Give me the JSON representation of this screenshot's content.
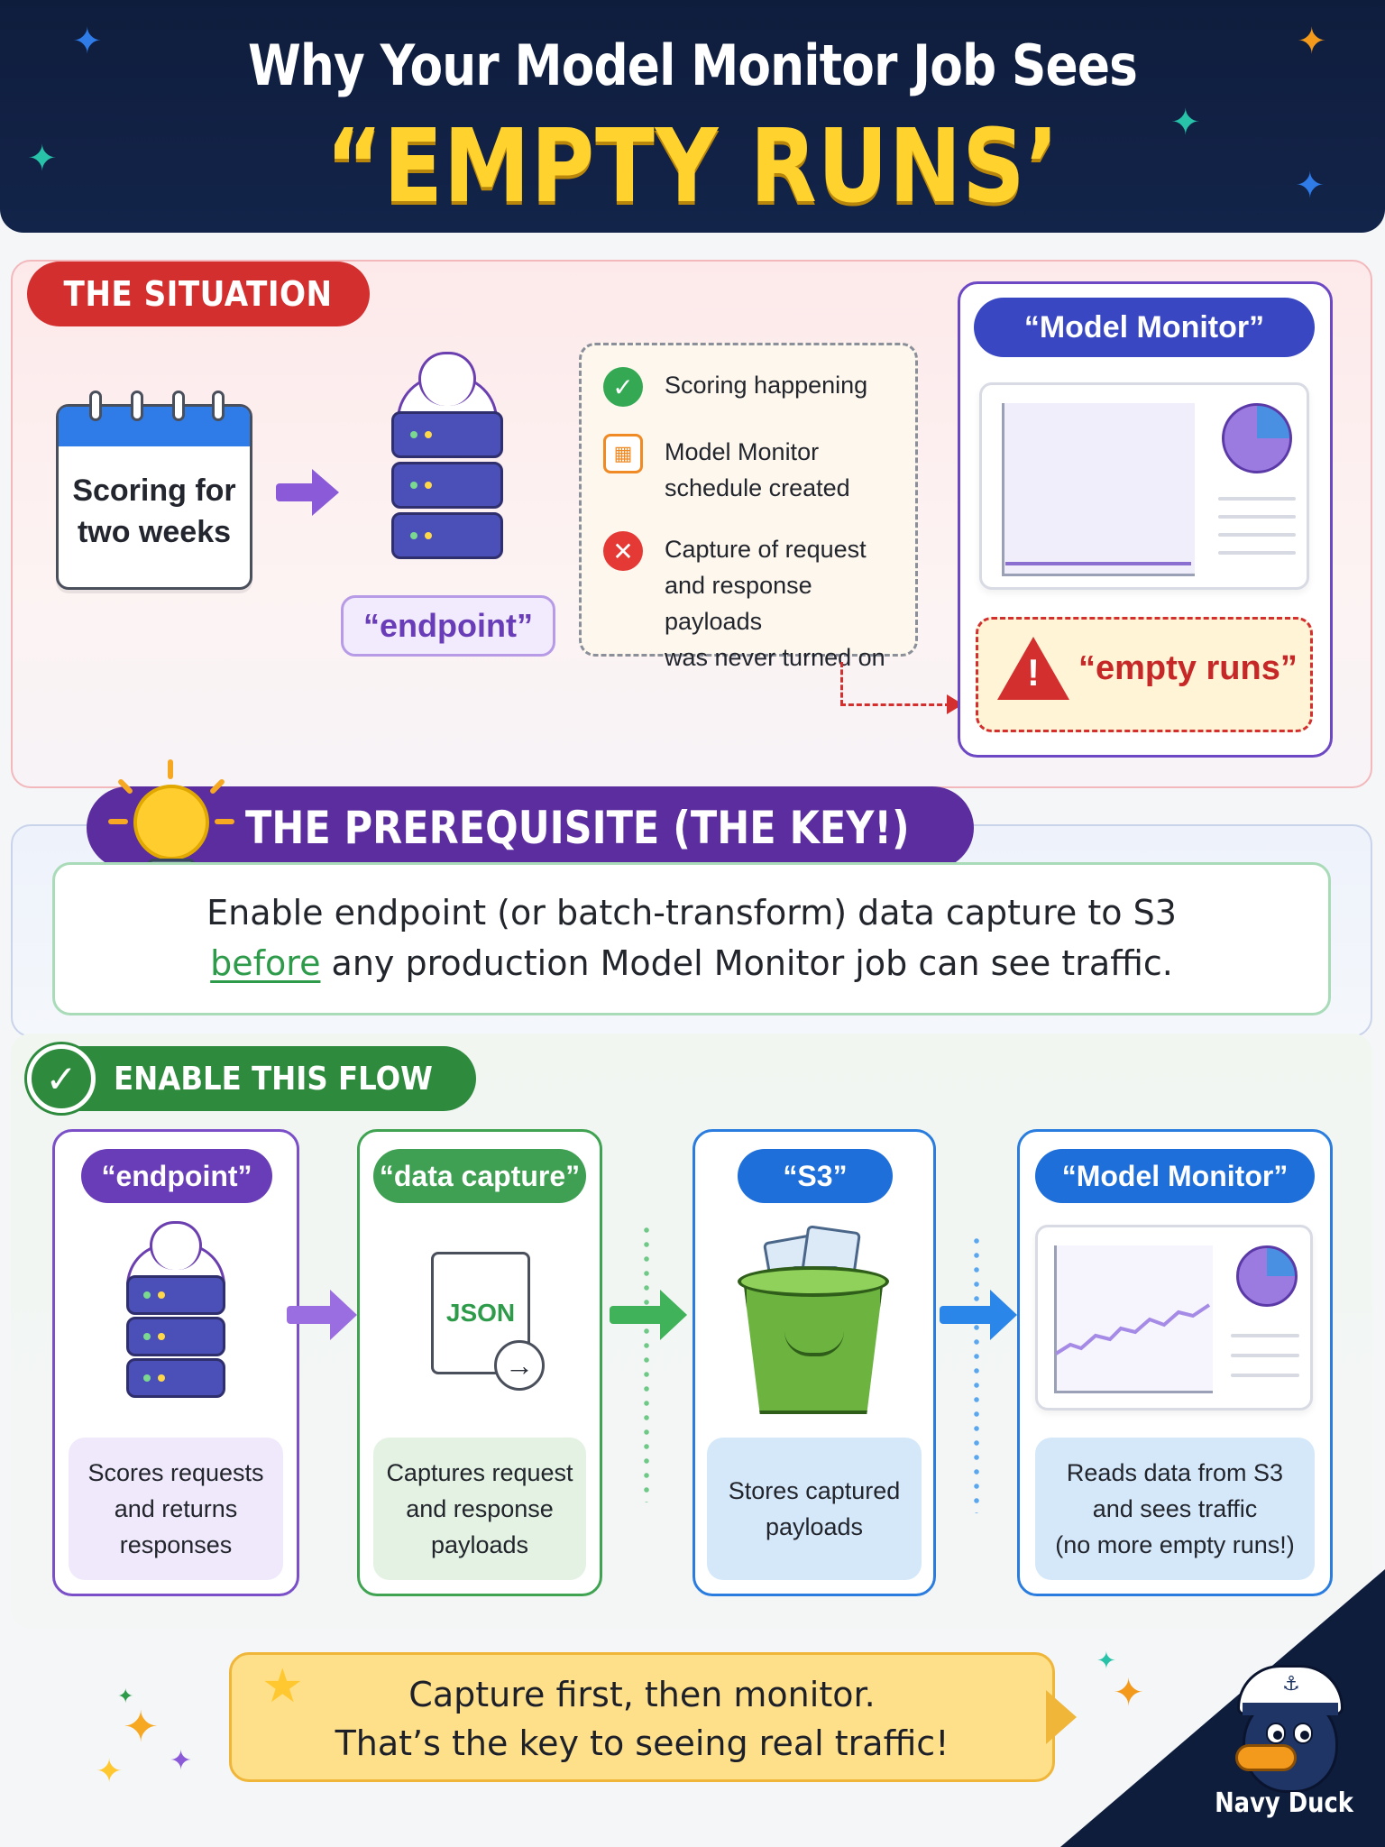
{
  "header": {
    "title_line1": "Why Your Model Monitor Job Sees",
    "title_line2": "“EMPTY RUNS’"
  },
  "situation": {
    "heading": "THE SITUATION",
    "calendar_text_line1": "Scoring for",
    "calendar_text_line2": "two weeks",
    "endpoint_label": "“endpoint”",
    "checklist": [
      {
        "icon": "check-icon",
        "status": "ok",
        "lines": [
          "Scoring happening"
        ]
      },
      {
        "icon": "calendar-icon",
        "status": "info",
        "lines": [
          "Model Monitor",
          "schedule created"
        ]
      },
      {
        "icon": "x-icon",
        "status": "error",
        "lines": [
          "Capture of request",
          "and response payloads",
          "was never turned on"
        ]
      }
    ],
    "monitor_label": "“Model Monitor”",
    "empty_runs_label": "“empty runs”"
  },
  "prerequisite": {
    "heading": "THE PREREQUISITE (THE KEY!)",
    "line1": "Enable endpoint (or batch-transform) data capture to S3",
    "emphasis": "before",
    "line2_rest": " any production Model Monitor job can see traffic."
  },
  "flow": {
    "heading": "ENABLE THIS FLOW",
    "steps": [
      {
        "label": "“endpoint”",
        "desc_lines": [
          "Scores requests",
          "and returns",
          "responses"
        ],
        "color": "#6a3db8"
      },
      {
        "label": "“data capture”",
        "desc_lines": [
          "Captures request",
          "and response",
          "payloads"
        ],
        "color": "#3f9f52",
        "icon_text": "JSON"
      },
      {
        "label": "“S3”",
        "desc_lines": [
          "Stores captured",
          "payloads"
        ],
        "color": "#1e6fd9"
      },
      {
        "label": "“Model Monitor”",
        "desc_lines": [
          "Reads data from S3",
          "and sees traffic",
          "(no more empty runs!)"
        ],
        "color": "#1e6fd9"
      }
    ]
  },
  "banner": {
    "line1": "Capture first, then monitor.",
    "line2": "That’s the key to seeing real traffic!"
  },
  "brand": {
    "name": "Navy Duck"
  },
  "colors": {
    "navy": "#0f1d3d",
    "yellow": "#ffd22e",
    "red": "#d32f2f",
    "purple": "#5b2d9e",
    "green": "#2e8b3e",
    "blue": "#1e6fd9"
  }
}
